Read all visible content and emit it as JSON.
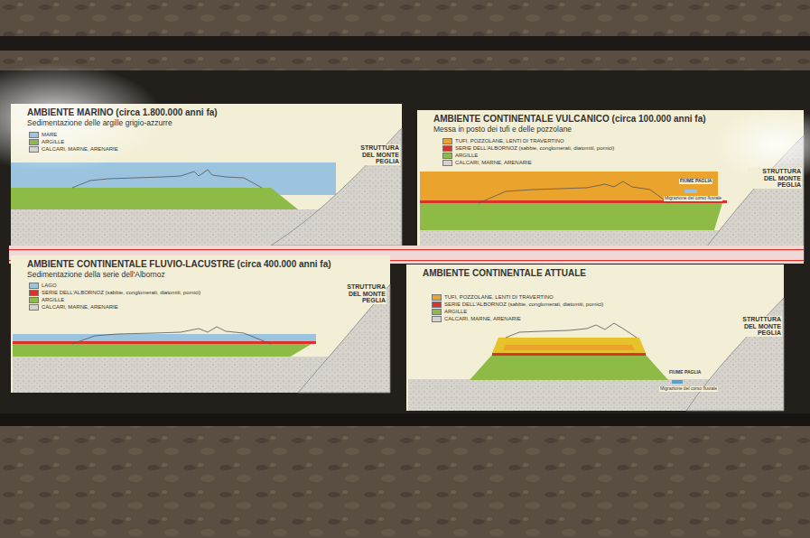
{
  "diagram": {
    "nodes": [
      {
        "text": [
          "AMBIENTE MARINO (circa 1.800.000 anni fa)",
          "Sedimentazione delle argille grigio-azzurre"
        ]
      },
      {
        "text": [
          "AMBIENTE CONTINENTALE VULCANICO (circa 100.000 anni fa)",
          "Messa in posto dei tufi e delle pozzolane"
        ]
      },
      {
        "text": [
          "AMBIENTE CONTINENTALE FLUVIO-LACUSTRE (circa 400.000 anni fa)",
          "Sedimentazione della serie dell'Albornoz"
        ]
      },
      {
        "text": [
          "AMBIENTE CONTINENTALE ATTUALE"
        ]
      }
    ],
    "labels": [
      "STRUTTURA DEL MONTE PEGLIA",
      "STRUTTURA DEL MONTE PEGLIA",
      "FIUME PAGLIA",
      "Migrazione del corso fluviale",
      "STRUTTURA DEL MONTE PEGLIA",
      "STRUTTURA DEL MONTE PEGLIA",
      "FIUME PAGLIA",
      "Migrazione del corso fluviale"
    ],
    "legend": [
      {
        "text": "MARE",
        "color": "#9cc4df"
      },
      {
        "text": "ARGILLE",
        "color": "#8dbb45"
      },
      {
        "text": "CALCARI, MARNE, ARENARIE",
        "color": "#d6d2cc"
      },
      {
        "text": "TUFI, POZZOLANE, LENTI DI TRAVERTINO",
        "color": "#eaa32c"
      },
      {
        "text": "SERIE DELL'ALBORNOZ (sabbie, conglomerati, diatomiti, pomici)",
        "color": "#d8322a"
      },
      {
        "text": "ARGILLE",
        "color": "#8dbb45"
      },
      {
        "text": "CALCARI, MARNE, ARENARIE",
        "color": "#d6d2cc"
      },
      {
        "text": "LAGO",
        "color": "#9cc4df"
      },
      {
        "text": "SERIE DELL'ALBORNOZ (sabbie, conglomerati, diatomiti, pomici)",
        "color": "#d8322a"
      },
      {
        "text": "ARGILLE",
        "color": "#8dbb45"
      },
      {
        "text": "CALCARI, MARNE, ARENARIE",
        "color": "#d6d2cc"
      },
      {
        "text": "TUFI, POZZOLANE, LENTI DI TRAVERTINO",
        "color": "#eaa32c"
      },
      {
        "text": "SERIE DELL'ALBORNOZ (sabbie, conglomerati, diatomiti, pomici)",
        "color": "#d8322a"
      },
      {
        "text": "ARGILLE",
        "color": "#8dbb45"
      },
      {
        "text": "CALCARI, MARNE, ARENARIE",
        "color": "#d6d2cc"
      }
    ]
  }
}
